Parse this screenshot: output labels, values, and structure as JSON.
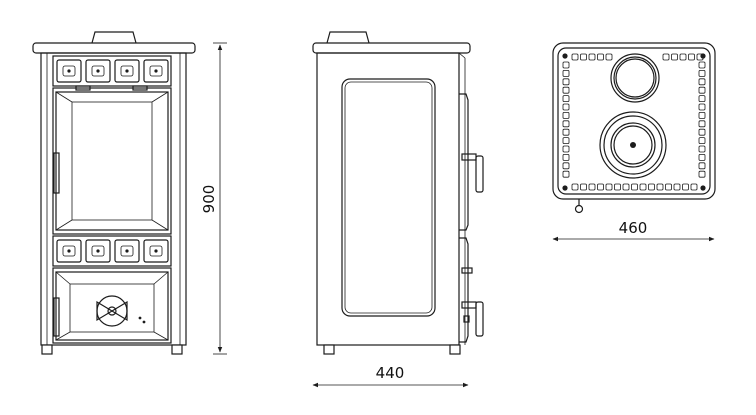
{
  "dimensions": {
    "height_label": "900",
    "depth_label": "440",
    "width_label": "460"
  },
  "colors": {
    "line": "#1c1c1c",
    "background": "#ffffff"
  }
}
